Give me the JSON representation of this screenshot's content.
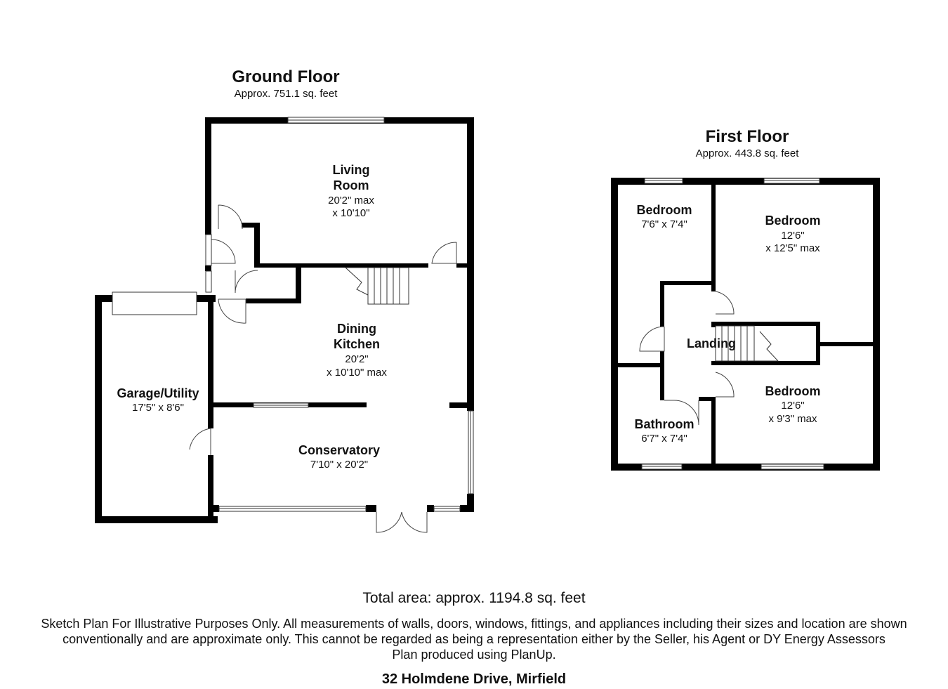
{
  "ground_floor": {
    "title": "Ground Floor",
    "area": "Approx. 751.1 sq. feet",
    "rooms": {
      "living": {
        "name_line1": "Living",
        "name_line2": "Room",
        "dim_line1": "20'2\" max",
        "dim_line2": "x 10'10\""
      },
      "dining": {
        "name_line1": "Dining",
        "name_line2": "Kitchen",
        "dim_line1": "20'2\"",
        "dim_line2": "x 10'10\" max"
      },
      "garage": {
        "name": "Garage/Utility",
        "dim": "17'5\" x 8'6\""
      },
      "conservatory": {
        "name": "Conservatory",
        "dim": "7'10\" x 20'2\""
      }
    }
  },
  "first_floor": {
    "title": "First Floor",
    "area": "Approx. 443.8 sq. feet",
    "rooms": {
      "bedroom_small": {
        "name": "Bedroom",
        "dim": "7'6\" x 7'4\""
      },
      "bedroom_large": {
        "name": "Bedroom",
        "dim_line1": "12'6\"",
        "dim_line2": "x 12'5\" max"
      },
      "landing": {
        "name": "Landing"
      },
      "bedroom_third": {
        "name": "Bedroom",
        "dim_line1": "12'6\"",
        "dim_line2": "x 9'3\" max"
      },
      "bathroom": {
        "name": "Bathroom",
        "dim": "6'7\" x 7'4\""
      }
    }
  },
  "footer": {
    "total_area": "Total area: approx. 1194.8 sq. feet",
    "disclaimer_line1": "Sketch Plan For Illustrative Purposes Only. All measurements of walls, doors, windows, fittings, and appliances including their sizes and location are shown",
    "disclaimer_line2": "conventionally and are approximate only. This cannot be regarded as being a representation either by the Seller, his Agent or DY Energy Assessors",
    "disclaimer_line3": "Plan produced using PlanUp.",
    "address": "32 Holmdene Drive, Mirfield"
  }
}
